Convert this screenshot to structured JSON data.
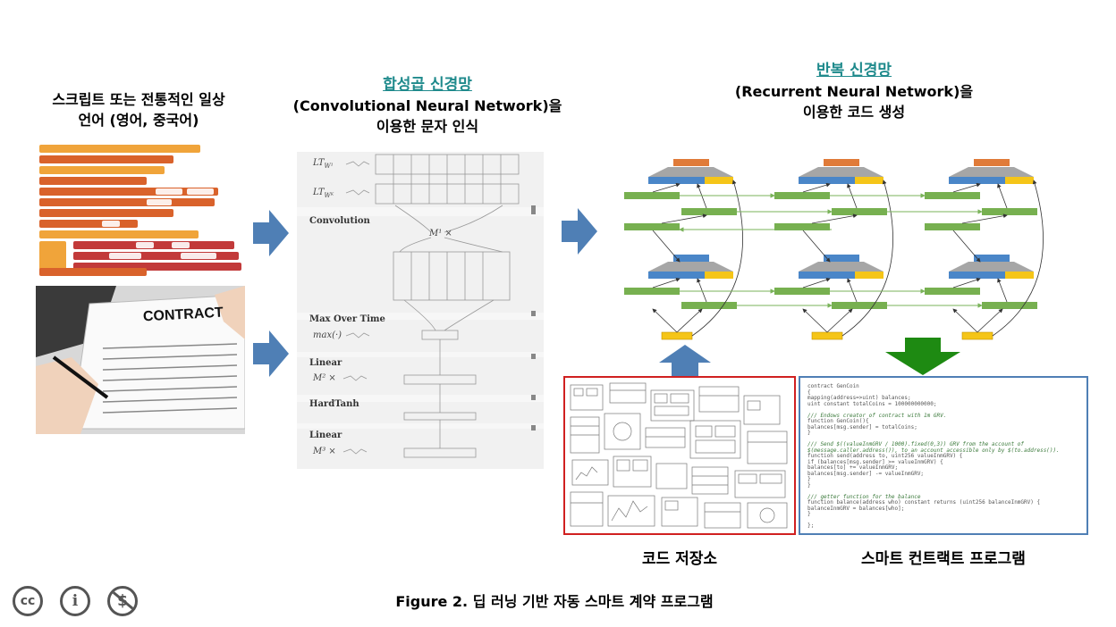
{
  "left_heading": {
    "line1": "스크립트 또는 전통적인 일상",
    "line2": "언어 (영어, 중국어)"
  },
  "cnn_heading": {
    "line1": "합성곱 신경망",
    "line2": "(Convolutional Neural Network)을",
    "line3": "이용한 문자 인식"
  },
  "rnn_heading": {
    "line1": "반복 신경망",
    "line2": "(Recurrent Neural Network)을",
    "line3": "이용한 코드 생성"
  },
  "contract_image_text": "CONTRACT",
  "cnn_layers": {
    "lt1": "LT",
    "lt1_sub": "W¹",
    "lt2": "LT",
    "lt2_sub": "Wᴷ",
    "convolution": "Convolution",
    "m1": "M¹ ×",
    "max_over_time": "Max Over Time",
    "max": "max(·)",
    "linear1": "Linear",
    "m2": "M² ×",
    "hardtanh": "HardTanh",
    "linear2": "Linear",
    "m3": "M³ ×"
  },
  "code_repo_caption": "코드 저장소",
  "smart_contract_caption": "스마트 컨트랙트 프로그램",
  "figure_caption": "Figure 2. 딥 러닝 기반 자동 스마트 계약 프로그램",
  "license_icons": {
    "cc": "cc",
    "by": "i",
    "nc": "$"
  },
  "code_lines": [
    "contract GenCoin",
    "{",
    "  mapping(address=>uint) balances;",
    "  uint constant totalCoins = 100000000000;",
    "",
    "  /// Endows creator of contract with 1m GRV.",
    "  function GenCoin(){",
    "    balances[msg.sender] = totalCoins;",
    "  }",
    "",
    "  /// Send $((valueInmGRV / 1000).fixed(0,3)) GRV from the account of",
    "  $(message.caller.address()), to an account accessible only by $(to.address()).",
    "  function send(address to, uint256 valueInmGRV) {",
    "    if (balances[msg.sender] >= valueInmGRV) {",
    "      balances[to] += valueInmGRV;",
    "      balances[msg.sender] -= valueInmGRV;",
    "    }",
    "  }",
    "",
    "  /// getter function for the balance",
    "  function balance(address who) constant returns (uint256 balanceInmGRV) {",
    "    balanceInmGRV = balances[who];",
    "  }",
    "",
    "};"
  ],
  "colors": {
    "teal": "#1f8a8c",
    "arrow_blue": "#4f7fb5",
    "arrow_green": "#1e8a12",
    "repo_border": "#d02020",
    "code_border": "#4f7fb5"
  }
}
